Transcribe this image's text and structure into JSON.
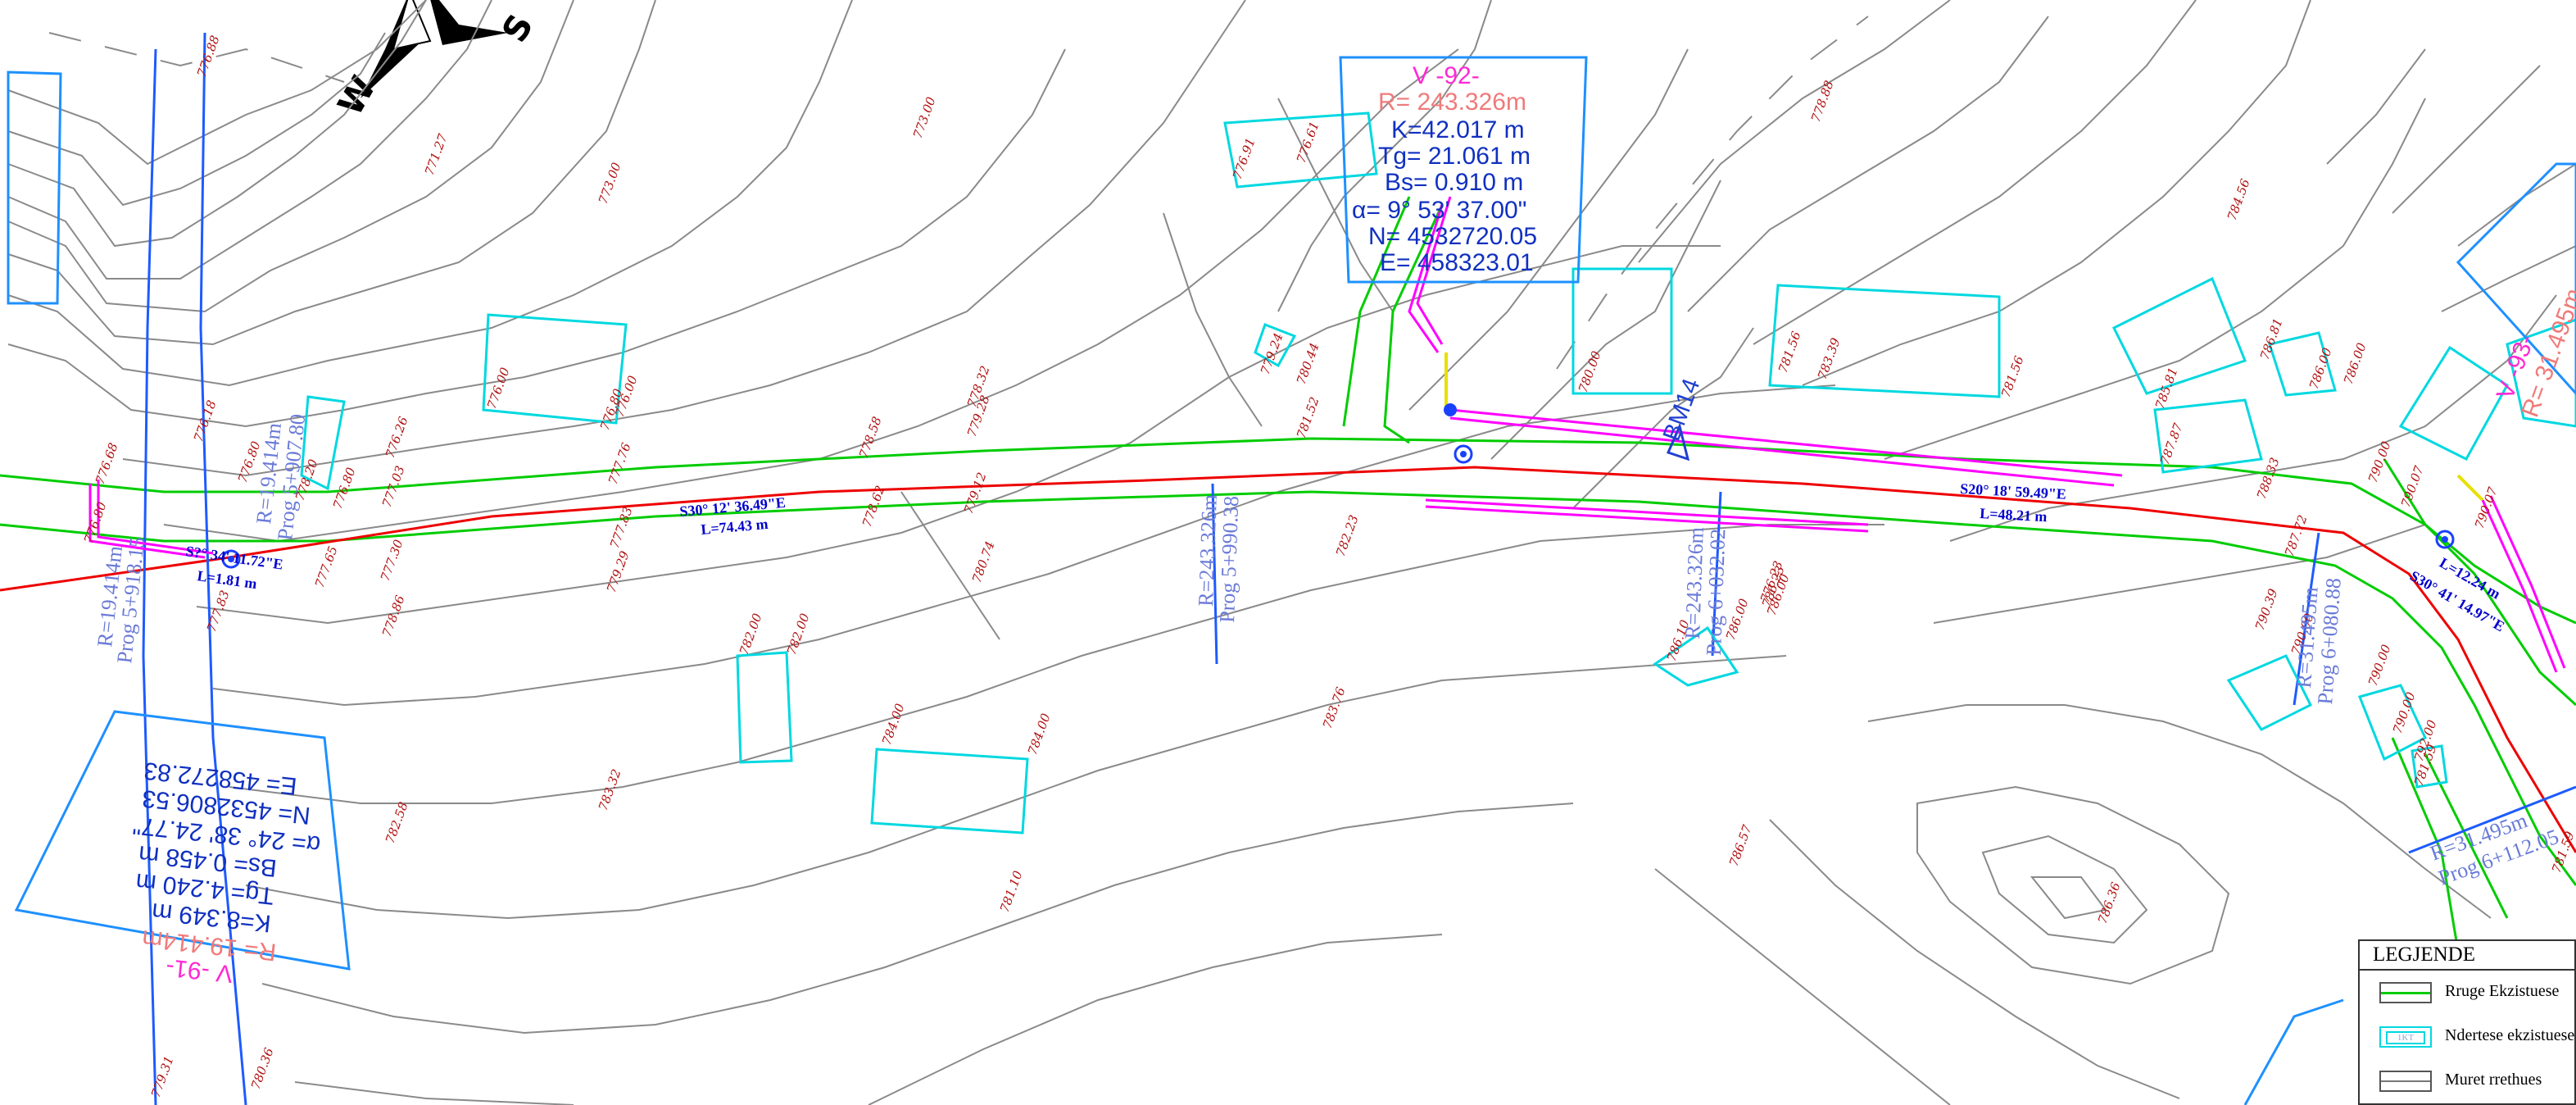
{
  "compass": {
    "labels": [
      "W",
      "S"
    ]
  },
  "elevation_labels": [
    "776.88",
    "771.27",
    "773.00",
    "773.00",
    "776.61",
    "776.91",
    "778.88",
    "784.56",
    "776.18",
    "776.80",
    "778.20",
    "776.80",
    "776.26",
    "777.03",
    "776.00",
    "776.00",
    "776.80",
    "777.76",
    "778.32",
    "778.58",
    "779.28",
    "779.24",
    "780.44",
    "781.52",
    "780.00",
    "781.56",
    "783.39",
    "781.56",
    "785.81",
    "786.81",
    "786.00",
    "786.00",
    "776.68",
    "776.80",
    "777.65",
    "777.30",
    "779.29",
    "777.83",
    "777.83",
    "778.62",
    "779.12",
    "780.74",
    "782.00",
    "782.23",
    "783.76",
    "784.00",
    "784.00",
    "782.00",
    "783.32",
    "782.58",
    "778.86",
    "781.10",
    "786.10",
    "786.00",
    "786.00",
    "786.23",
    "786.57",
    "786.36",
    "787.87",
    "788.33",
    "787.72",
    "790.39",
    "790.00",
    "790.00",
    "790.00",
    "790.00",
    "792.00",
    "790.07",
    "790.07",
    "781.59",
    "779.31",
    "780.36",
    "781.59",
    "776.23"
  ],
  "segments": [
    {
      "bearing": "S30° 12' 36.49\"E",
      "length": "L=74.43  m"
    },
    {
      "bearing": "S20° 18' 59.49\"E",
      "length": "L=48.21  m"
    },
    {
      "bearing": "S?° 34' 11.72\"E",
      "length": "L=1.81  m"
    },
    {
      "bearing": "S30° 41' 14.97\"E",
      "length": "L=12.24  m"
    }
  ],
  "curve_92": {
    "name": "V  -92-",
    "R": "R=  243.326m",
    "K": "K=42.017  m",
    "Tg": "Tg=  21.061  m",
    "Bs": "Bs=  0.910  m",
    "alpha": "α=  9°  53'  37.00\"",
    "N": "N=  4532720.05",
    "E": "E=  458323.01"
  },
  "curve_91": {
    "name": "V  -91-",
    "R": "R=  19.414m",
    "K": "K=8.349  m",
    "Tg": "Tg=  4.240  m",
    "Bs": "Bs=  0.458  m",
    "alpha": "α=  24°  38'  24.77\"",
    "N": "N=  4532806.53",
    "E": "E=  458272.83"
  },
  "curve_right": {
    "name": "V  -93-",
    "R": "R=  31.495m"
  },
  "prog_labels": [
    {
      "r": "R=243.326m",
      "prog": "Prog 5+990.38"
    },
    {
      "r": "R=243.326m",
      "prog": "Prog 6+032.02"
    },
    {
      "r": "R=19.414m",
      "prog": "Prog 5+918.15"
    },
    {
      "r": "R=19.414m",
      "prog": "Prog 5+907.80"
    },
    {
      "r": "R=31.495m",
      "prog": "Prog 6+080.88"
    },
    {
      "r": "R=31.495m",
      "prog": "Prog 6+112.05"
    }
  ],
  "benchmark": {
    "label": "BM14"
  },
  "legend": {
    "title": "LEGJENDE",
    "items": [
      {
        "label": "Rruge Ekzistuese"
      },
      {
        "label": "Ndertese ekzistuese",
        "swatch_text": "1KT"
      },
      {
        "label": "Muret rrethues"
      }
    ]
  },
  "colors": {
    "contour": "#8a8a8a",
    "road_edge": "#00cc00",
    "road_axis": "#ee0000",
    "building": "#00d8e0",
    "wall": "#ff00ff",
    "text_blue": "#1030c0",
    "elevation_text": "#b01010"
  }
}
